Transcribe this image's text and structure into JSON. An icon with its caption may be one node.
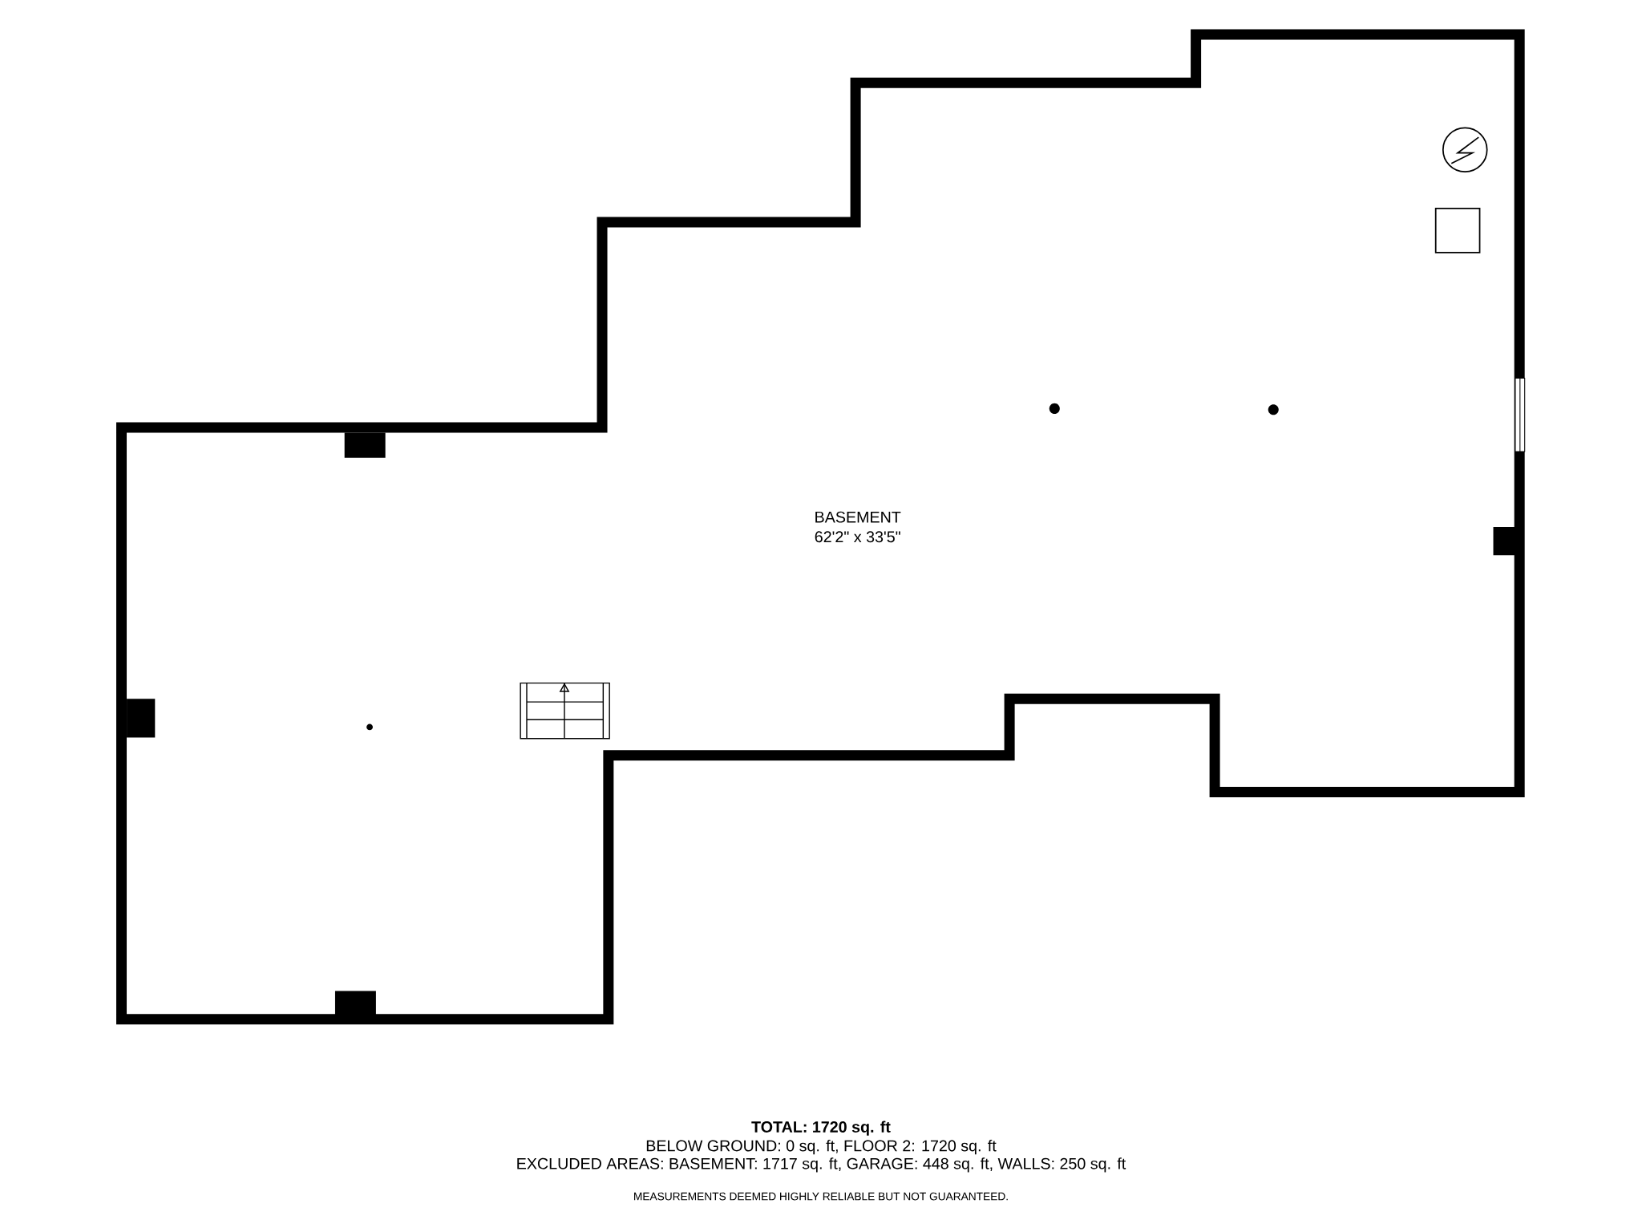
{
  "diagram": {
    "nodes": [
      {
        "text": [
          "BASEMENT",
          "62'2\" x 33'5\""
        ]
      }
    ],
    "edges": [],
    "labels": [
      "TOTAL: 1720 sq. ft",
      "BELOW GROUND: 0 sq. ft, FLOOR 2: 1720 sq. ft",
      "EXCLUDED AREAS: BASEMENT: 1717 sq. ft, GARAGE: 448 sq. ft, WALLS: 250 sq. ft",
      "MEASUREMENTS DEEMED HIGHLY RELIABLE BUT NOT GUARANTEED."
    ]
  }
}
